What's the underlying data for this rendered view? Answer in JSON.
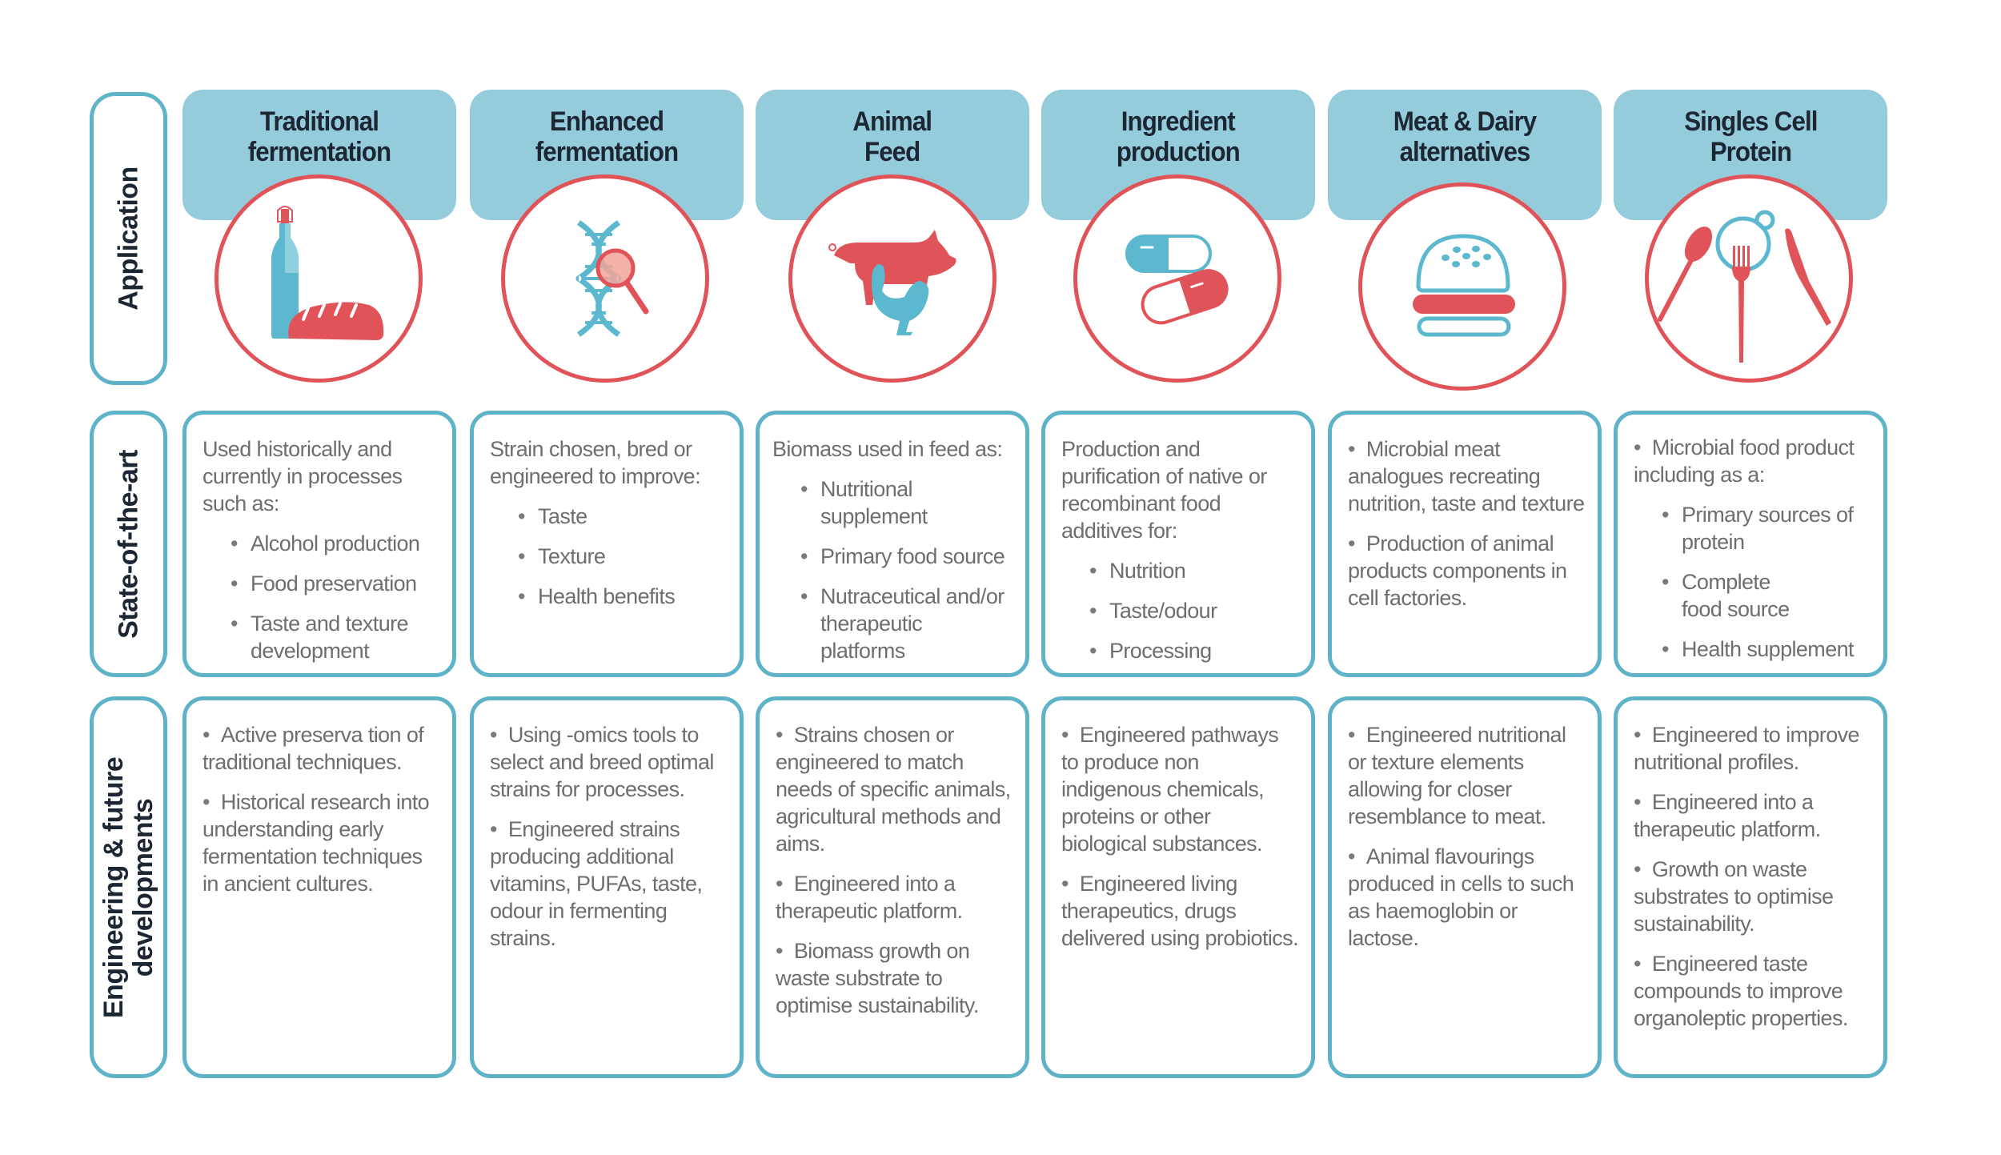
{
  "colors": {
    "header_bg": "#94CCDC",
    "card_border": "#5FB3C8",
    "circle_border": "#E05459",
    "icon_red": "#E05459",
    "icon_blue": "#5BB8CE",
    "title_text": "#1d2633",
    "body_text": "#6e6e6e"
  },
  "row_labels": {
    "application": "Application",
    "state_of_the_art": "State-of-the-art",
    "engineering_line1": "Engineering & future",
    "engineering_line2": "developments"
  },
  "columns": [
    {
      "title_line1": "Traditional",
      "title_line2": "fermentation",
      "icon": "bottle-and-bread-icon",
      "state": {
        "intro": "Used historically and currently in processes such as:",
        "items": [
          "Alcohol production",
          "Food preservation",
          "Taste and texture development"
        ]
      },
      "engineering": [
        "Active preserva tion of traditional techniques.",
        "Historical research into understanding early fermentation techniques in ancient cultures."
      ]
    },
    {
      "title_line1": "Enhanced",
      "title_line2": "fermentation",
      "icon": "dna-magnifier-icon",
      "state": {
        "intro": "Strain chosen, bred or engineered to improve:",
        "items": [
          "Taste",
          "Texture",
          "Health benefits"
        ]
      },
      "engineering": [
        "Using -omics tools to select and breed optimal strains for processes.",
        "Engineered strains producing additional vitamins, PUFAs, taste, odour in fermenting strains."
      ]
    },
    {
      "title_line1": "Animal",
      "title_line2": "Feed",
      "icon": "pig-and-rooster-icon",
      "state": {
        "intro": "Biomass used in feed as:",
        "items": [
          "Nutritional supplement",
          "Primary food source",
          "Nutraceutical and/or therapeutic platforms"
        ]
      },
      "engineering": [
        "Strains chosen or engineered to match needs of specific animals, agricultural methods and aims.",
        "Engineered into a therapeutic platform.",
        "Biomass growth on waste substrate to optimise sustainability."
      ]
    },
    {
      "title_line1": "Ingredient",
      "title_line2": "production",
      "icon": "capsules-icon",
      "state": {
        "intro": "Production and purification of native or recombinant food additives for:",
        "items": [
          "Nutrition",
          "Taste/odour",
          "Processing"
        ]
      },
      "engineering": [
        "Engineered pathways to produce non indigenous chemicals, proteins or other biological substances.",
        "Engineered living therapeutics, drugs delivered using probiotics."
      ]
    },
    {
      "title_line1": "Meat & Dairy",
      "title_line2": "alternatives",
      "icon": "burger-icon",
      "state": {
        "bullets": [
          "Microbial meat analogues recreating nutrition, taste and texture",
          "Production of animal products components in cell factories."
        ]
      },
      "engineering": [
        "Engineered nutritional or texture elements allowing for closer resemblance to meat.",
        "Animal flavourings produced in cells to such as haemoglobin or lactose."
      ]
    },
    {
      "title_line1": "Singles Cell",
      "title_line2": "Protein",
      "icon": "cutlery-icon",
      "state": {
        "lead": "Microbial food product including as a:",
        "items": [
          "Primary sources of protein",
          "Complete food source",
          "Health supplement"
        ]
      },
      "engineering": [
        "Engineered to improve nutritional profiles.",
        "Engineered into a therapeutic platform.",
        "Growth on waste substrates to optimise sustainability.",
        "Engineered taste compounds to improve organoleptic properties."
      ]
    }
  ]
}
